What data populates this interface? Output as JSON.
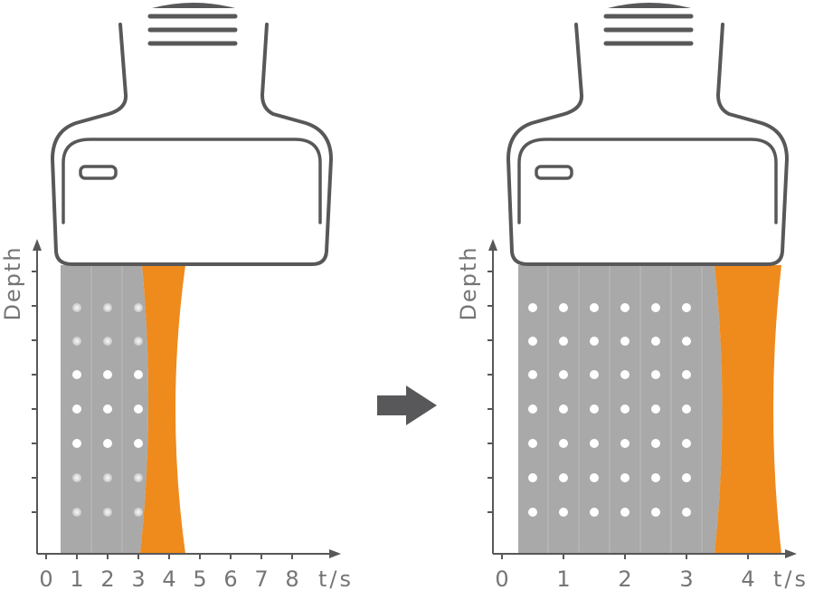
{
  "colors": {
    "probe": "#58585a",
    "axis": "#58585a",
    "tick_text": "#757575",
    "scanned_region": "#a9a9a9",
    "wavefront": "#ef8a1c",
    "dot": "#ffffff",
    "arrow": "#58585a"
  },
  "arrow_icon": "right-arrow-icon",
  "panels": [
    {
      "y_label": "Depth",
      "x_unit_label": "t/s",
      "x_ticks": [
        "0",
        "1",
        "2",
        "3",
        "4",
        "5",
        "6",
        "7",
        "8"
      ],
      "scanned_columns": 3,
      "dot_rows": 7
    },
    {
      "y_label": "Depth",
      "x_unit_label": "t/s",
      "x_ticks": [
        "0",
        "1",
        "2",
        "3",
        "4"
      ],
      "scanned_columns": 6,
      "dot_rows": 7
    }
  ]
}
